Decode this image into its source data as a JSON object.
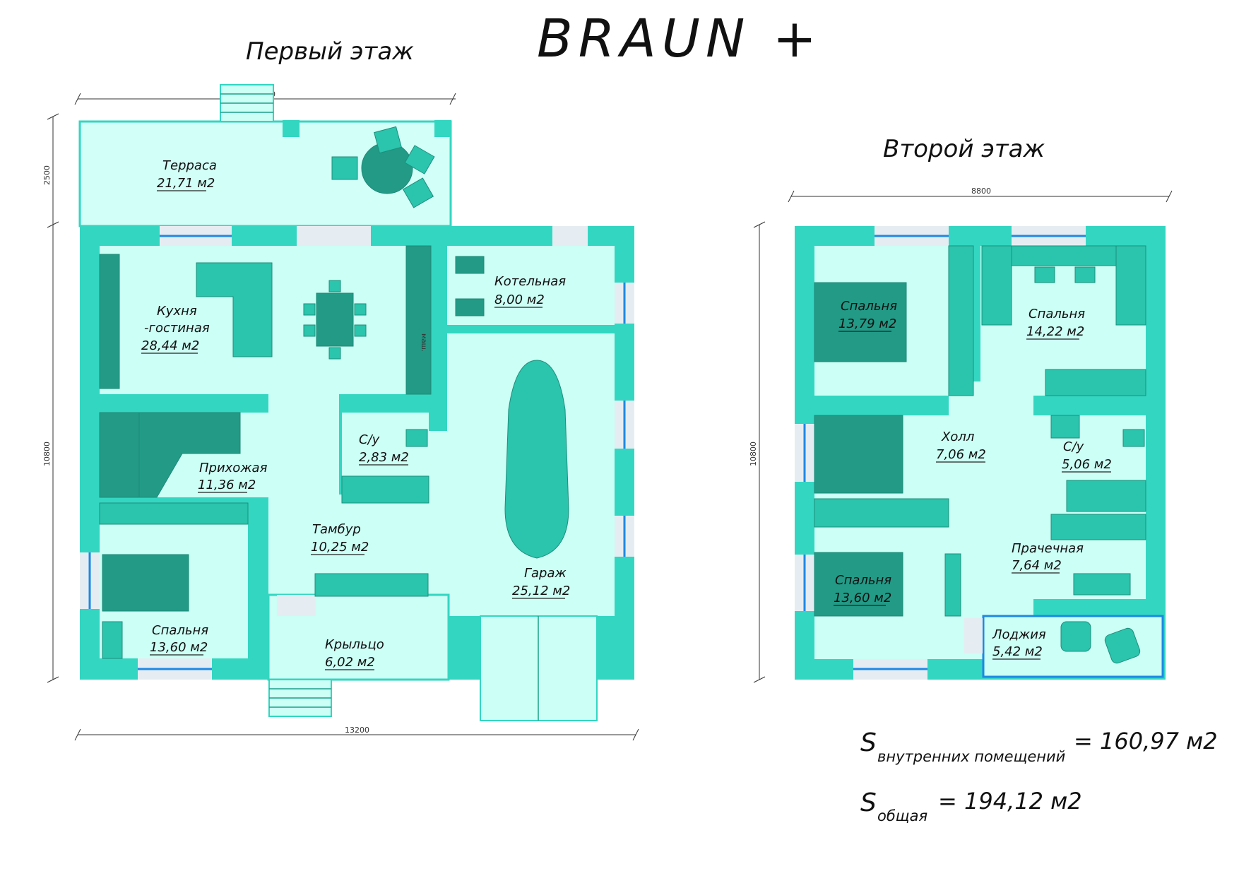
{
  "title": "BRAUN +",
  "floors": [
    {
      "name": "Первый этаж",
      "dims": {
        "width_top": "8800",
        "width_bottom": "13200",
        "height_left": "10800",
        "terrace_depth": "2500"
      },
      "rooms": [
        {
          "name": "Терраса",
          "area": "21,71 м2"
        },
        {
          "name": "Кухня",
          "name2": "-гостиная",
          "area": "28,44 м2"
        },
        {
          "name": "Котельная",
          "area": "8,00 м2"
        },
        {
          "name": "С/у",
          "area": "2,83 м2"
        },
        {
          "name": "Прихожая",
          "area": "11,36 м2"
        },
        {
          "name": "Тамбур",
          "area": "10,25 м2"
        },
        {
          "name": "Гараж",
          "area": "25,12 м2"
        },
        {
          "name": "Спальня",
          "area": "13,60 м2"
        },
        {
          "name": "Крыльцо",
          "area": "6,02 м2"
        }
      ],
      "labels": {
        "mash": "маш."
      }
    },
    {
      "name": "Второй этаж",
      "dims": {
        "width_top": "8800",
        "height_left": "10800"
      },
      "rooms": [
        {
          "name": "Спальня",
          "area": "13,79 м2"
        },
        {
          "name": "Спальня",
          "area": "14,22 м2"
        },
        {
          "name": "Холл",
          "area": "7,06 м2"
        },
        {
          "name": "С/у",
          "area": "5,06 м2"
        },
        {
          "name": "Прачечная",
          "area": "7,64 м2"
        },
        {
          "name": "Спальня",
          "area": "13,60 м2"
        },
        {
          "name": "Лоджия",
          "area": "5,42 м2"
        }
      ]
    }
  ],
  "summary": {
    "internal": {
      "symbol": "S",
      "subscript": "внутренних помещений",
      "value": "= 160,97 м2"
    },
    "total": {
      "symbol": "S",
      "subscript": "общая",
      "value": "= 194,12 м2"
    }
  }
}
